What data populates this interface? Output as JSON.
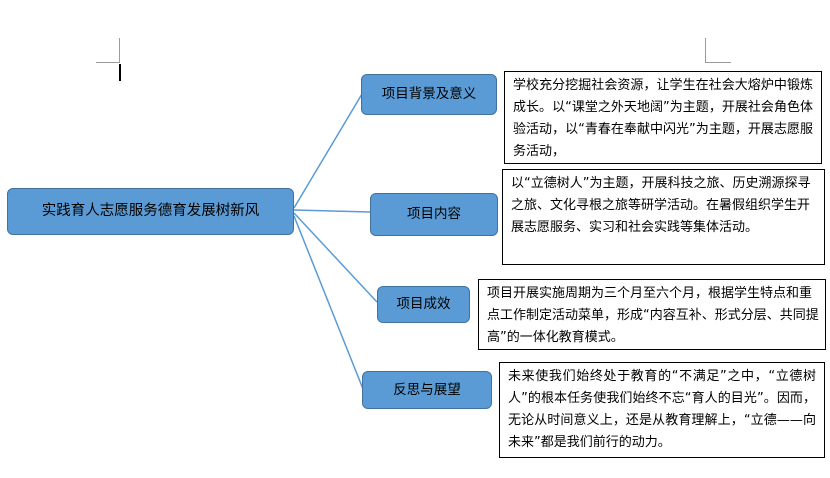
{
  "root": {
    "label": "实践育人志愿服务德育发展树新风"
  },
  "branches": [
    {
      "label": "项目背景及意义",
      "text": "学校充分挖掘社会资源，让学生在社会大熔炉中锻炼成长。以“课堂之外天地阔”为主题，开展社会角色体验活动，以“青春在奉献中闪光”为主题，开展志愿服务活动，"
    },
    {
      "label": "项目内容",
      "text": "以“立德树人”为主题，开展科技之旅、历史溯源探寻之旅、文化寻根之旅等研学活动。在暑假组织学生开展志愿服务、实习和社会实践等集体活动。"
    },
    {
      "label": "项目成效",
      "text": "项目开展实施周期为三个月至六个月，根据学生特点和重点工作制定活动菜单，形成“内容互补、形式分层、共同提高”的一体化教育模式。"
    },
    {
      "label": "反思与展望",
      "text": "未来使我们始终处于教育的“不满足”之中，“立德树人”的根本任务使我们始终不忘“育人的目光”。因而，无论从时间意义上，还是从教育理解上，“立德——向未来”都是我们前行的动力。"
    }
  ],
  "colors": {
    "node_fill": "#5b9bd5",
    "node_border": "#41719c",
    "connector": "#5b9bd5"
  }
}
